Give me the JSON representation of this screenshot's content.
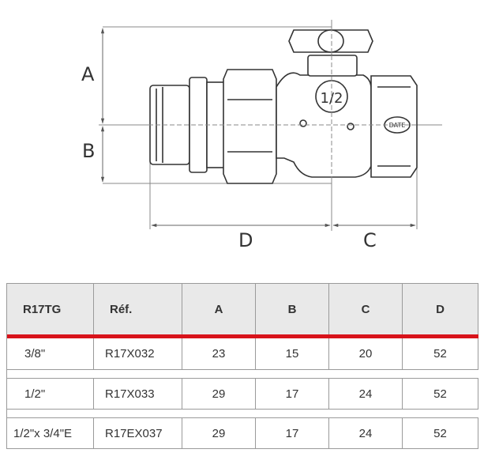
{
  "dimensions": {
    "a": "A",
    "b": "B",
    "c": "C",
    "d": "D"
  },
  "valve": {
    "size_mark": "1/2",
    "date_mark": "DATE"
  },
  "table": {
    "headers": [
      "R17TG",
      "Réf.",
      "A",
      "B",
      "C",
      "D"
    ],
    "rows": [
      [
        "3/8\"",
        "R17X032",
        "23",
        "15",
        "20",
        "52"
      ],
      [
        "1/2\"",
        "R17X033",
        "29",
        "17",
        "24",
        "52"
      ],
      [
        "1/2\"x 3/4\"E",
        "R17EX037",
        "29",
        "17",
        "24",
        "52"
      ]
    ]
  },
  "colors": {
    "accent_red": "#d8131b",
    "header_bg": "#e9e9e9"
  }
}
